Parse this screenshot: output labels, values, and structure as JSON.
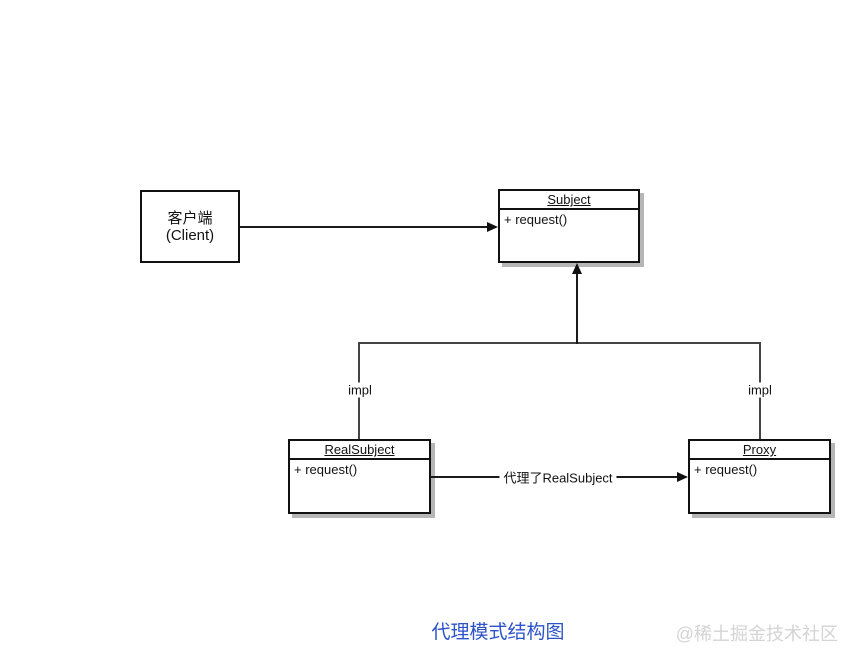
{
  "diagram": {
    "client": {
      "line1": "客户端",
      "line2": "(Client)"
    },
    "subject": {
      "title": "Subject",
      "method": "+ request()"
    },
    "real_subject": {
      "title": "RealSubject",
      "method": "+ request()"
    },
    "proxy": {
      "title": "Proxy",
      "method": "+ request()"
    },
    "edge_labels": {
      "impl_left": "impl",
      "impl_right": "impl",
      "real_subject_to_proxy": "代理了RealSubject"
    },
    "relations": [
      "Client → Subject (association arrow)",
      "RealSubject → Subject (impl, arrow up)",
      "Proxy → Subject (impl, arrow up)",
      "RealSubject → Proxy (代理了RealSubject, arrow right)"
    ]
  },
  "caption": {
    "text": "代理模式结构图",
    "color": "#2c53c8"
  },
  "watermark": {
    "text": "@稀土掘金技术社区",
    "color": "#d4d4d4"
  },
  "colors": {
    "background": "#ffffff",
    "box_border": "#111111",
    "box_shadow": "#b6b6b6",
    "arrow_line": "#1a1a1a",
    "impl_line": "#444444"
  }
}
